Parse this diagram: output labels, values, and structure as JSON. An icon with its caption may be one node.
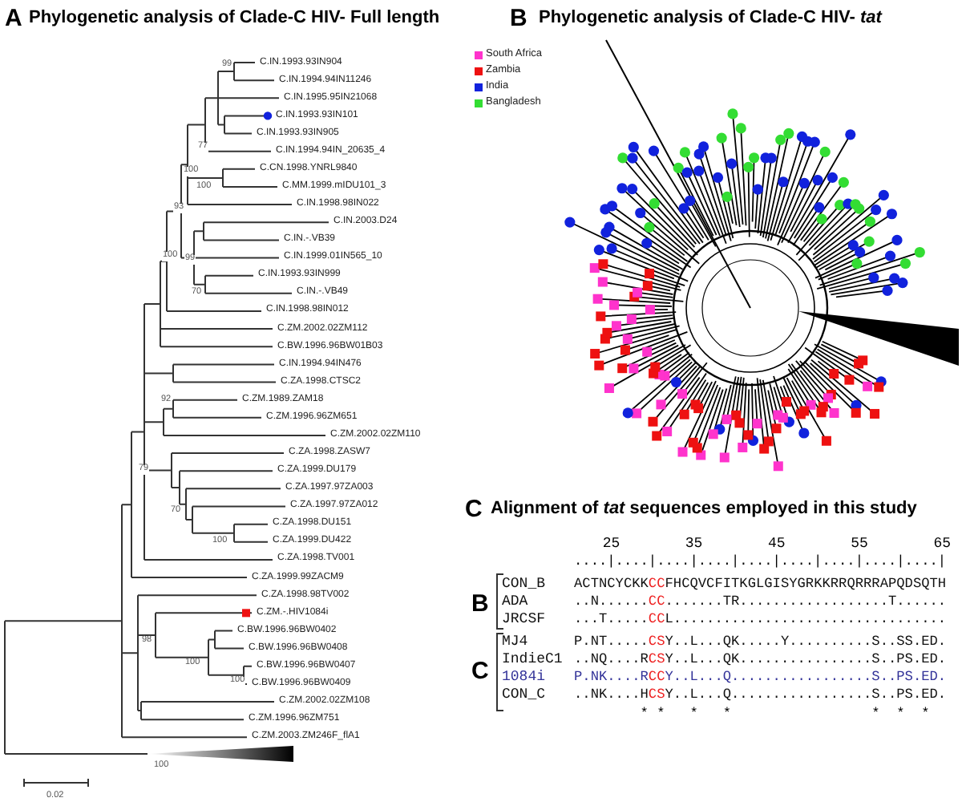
{
  "diagram": {
    "labels": [
      "A",
      "Phylogenetic analysis of Clade-C HIV- Full length",
      "C.IN.1993.93IN904",
      "C.IN.1994.94IN11246",
      "C.IN.1995.95IN21068",
      "C.IN.1993.93IN101",
      "C.IN.1993.93IN905",
      "C.IN.1994.94IN_20635_4",
      "C.CN.1998.YNRL9840",
      "C.MM.1999.mIDU101_3",
      "C.IN.1998.98IN022",
      "C.IN.2003.D24",
      "C.IN.-.VB39",
      "C.IN.1999.01IN565_10",
      "C.IN.1993.93IN999",
      "C.IN.-.VB49",
      "C.IN.1998.98IN012",
      "C.ZM.2002.02ZM112",
      "C.BW.1996.96BW01B03",
      "C.IN.1994.94IN476",
      "C.ZA.1998.CTSC2",
      "C.ZM.1989.ZAM18",
      "C.ZM.1996.96ZM651",
      "C.ZM.2002.02ZM110",
      "C.ZA.1998.ZASW7",
      "C.ZA.1999.DU179",
      "C.ZA.1997.97ZA003",
      "C.ZA.1997.97ZA012",
      "C.ZA.1998.DU151",
      "C.ZA.1999.DU422",
      "C.ZA.1998.TV001",
      "C.ZA.1999.99ZACM9",
      "C.ZA.1998.98TV002",
      "C.ZM.-.HIV1084i",
      "C.BW.1996.96BW0402",
      "C.BW.1996.96BW0408",
      "C.BW.1996.96BW0407",
      "C.BW.1996.96BW0409",
      "C.ZM.2002.02ZM108",
      "C.ZM.1996.96ZM751",
      "C.ZM.2003.ZM246F_flA1",
      "99",
      "77",
      "100",
      "100",
      "93",
      "100",
      "99",
      "70",
      "92",
      "79",
      "70",
      "100",
      "98",
      "100",
      "100",
      "100",
      "0.02",
      "B",
      "Phylogenetic analysis of Clade-C HIV- *tat*",
      "C",
      "Alignment of *tat* sequences employed in this study",
      "25",
      "35",
      "45",
      "55",
      "65",
      "....|....|....|....|....|....|....|....|....|",
      "CON_B",
      "ACTNCYCKKCCFHCQVCFITKGLGISYGRKKRRQRRRAPQDSQTH",
      "ADA",
      "..N......CC.......TR..................T......",
      "JRCSF",
      "...T.....CCL.................................",
      "MJ4",
      "P.NT.....CSY..L...QK.....Y..........S..SS.ED.",
      "IndieC1",
      "..NQ....RCSY..L...QK................S..PS.ED.",
      "1084i",
      "P.NK....RCCY..L...Q.................S..PS.ED.",
      "CON_C",
      "..NK....HCSY..L...Q.................S..PS.ED.",
      "        * *   *   *                 *  *  *",
      "B",
      "C"
    ],
    "legend": [
      {
        "text": "South Africa",
        "color": "#ff33cc"
      },
      {
        "text": "Zambia",
        "color": "#ee1111"
      },
      {
        "text": "India",
        "color": "#1122dd"
      },
      {
        "text": "Bangladesh",
        "color": "#33dd33"
      }
    ]
  }
}
